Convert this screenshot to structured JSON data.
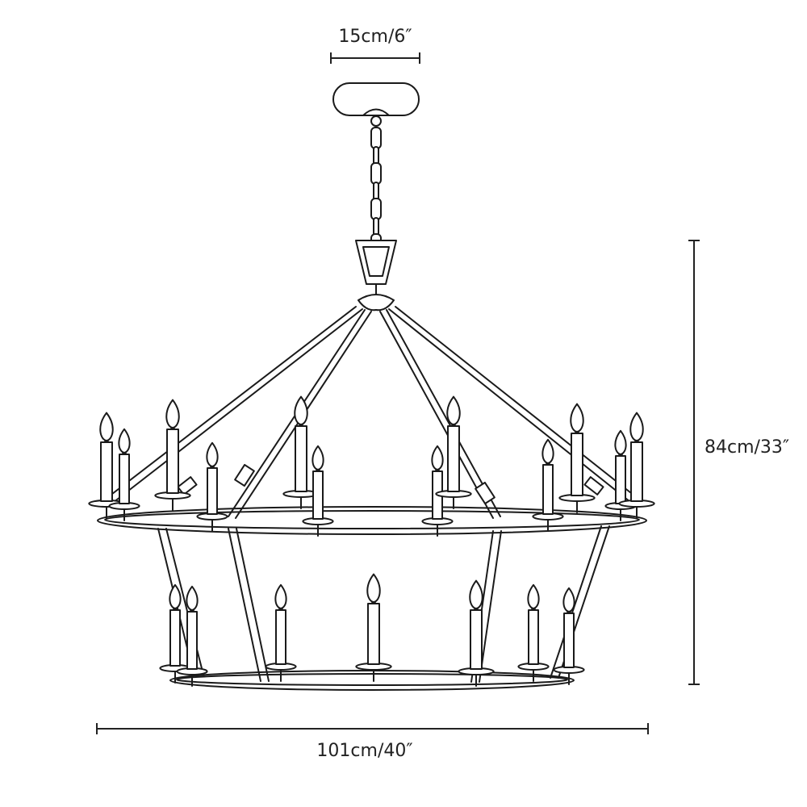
{
  "dimensions": {
    "canopy_width": "15cm/6″",
    "height": "84cm/33″",
    "width": "101cm/40″"
  },
  "colors": {
    "line": "#1a1a1a",
    "background": "#ffffff"
  }
}
